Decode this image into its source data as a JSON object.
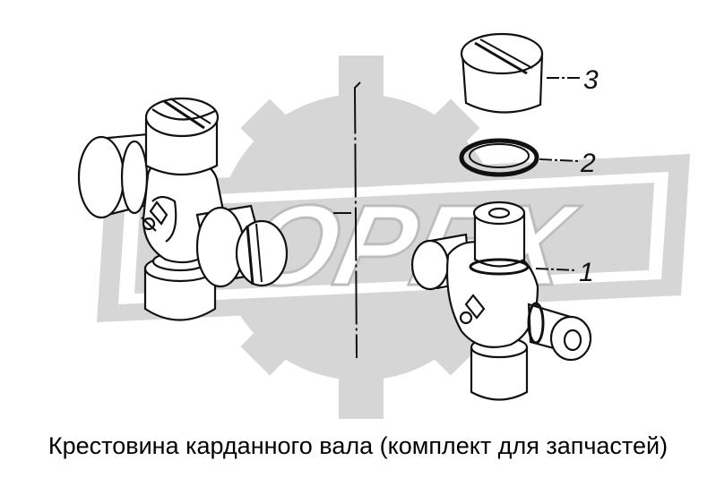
{
  "watermark": {
    "text": "OPEX",
    "color": "#d6d6d6"
  },
  "callouts": [
    {
      "label": "3",
      "part": "bearing-cup"
    },
    {
      "label": "2",
      "part": "seal-ring"
    },
    {
      "label": "1",
      "part": "cross-spider"
    }
  ],
  "caption": "Крестовина карданного вала (комплект для запчастей)",
  "colors": {
    "line": "#111111",
    "watermark": "#d6d6d6",
    "background": "#ffffff"
  }
}
